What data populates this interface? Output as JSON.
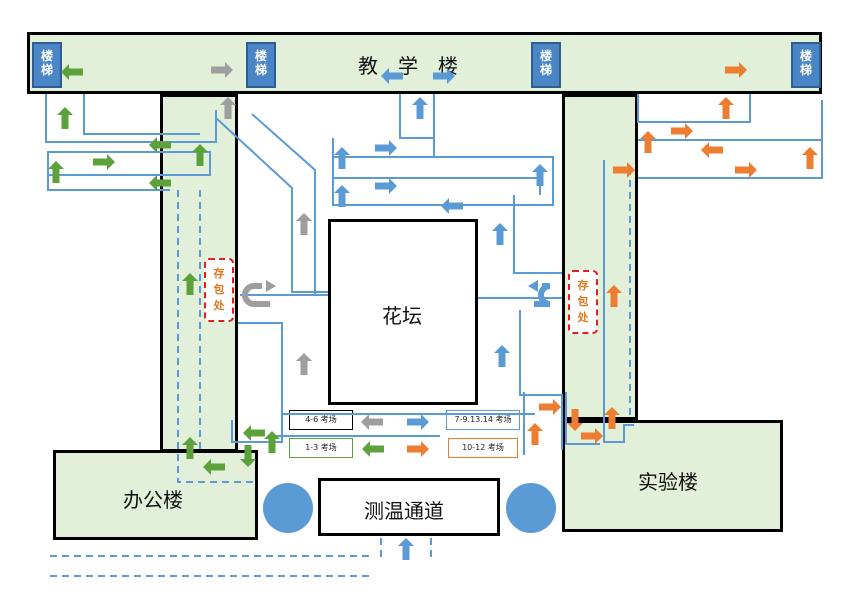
{
  "buildings": {
    "teaching": "教　学　楼",
    "office": "办公楼",
    "lab": "实验楼",
    "flower_bed": "花坛",
    "temp_channel": "测温通道"
  },
  "stairs": {
    "label_top": "楼",
    "label_bottom": "梯"
  },
  "storage": {
    "c1": "存",
    "c2": "包",
    "c3": "处"
  },
  "exam_rooms": {
    "r46": "4-6 考场",
    "r13": "1-3 考场",
    "r7914": "7-9.13.14 考场",
    "r1012": "10-12 考场"
  },
  "colors": {
    "green": "#5da13a",
    "blue": "#5b9bd5",
    "orange": "#ed7d31",
    "gray": "#9e9e9e",
    "building": "#e2efd9",
    "path": "#5b9bd5"
  }
}
